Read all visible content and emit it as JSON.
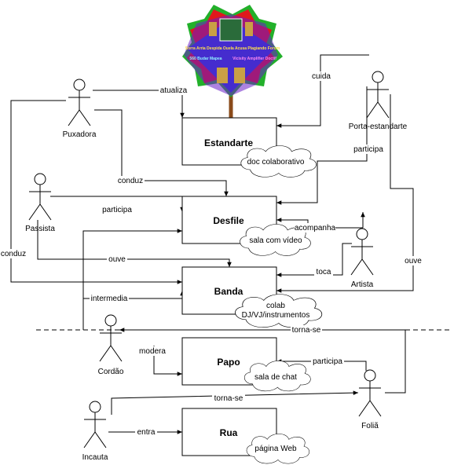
{
  "actors": {
    "puxadora": "Puxadora",
    "porta": "Porta-estandarte",
    "passista": "Passista",
    "artista": "Artista",
    "cordao": "Cordão",
    "folia": "Foliã",
    "incauta": "Incauta"
  },
  "boxes": {
    "estandarte": "Estandarte",
    "desfile": "Desfile",
    "banda": "Banda",
    "papo": "Papo",
    "rua": "Rua"
  },
  "clouds": {
    "estandarte": "doc colaborativo",
    "desfile": "sala com vídeo",
    "banda_line1": "colab",
    "banda_line2": "DJ/VJ/instrumentos",
    "papo": "sala de chat",
    "rua": "página Web"
  },
  "edges": {
    "atualiza": "atualiza",
    "cuida": "cuida",
    "participa_porta": "participa",
    "conduz_puxadora": "conduz",
    "participa_passista": "participa",
    "conduz_left": "conduz",
    "acompanha": "acompanha",
    "ouve_passista": "ouve",
    "ouve_porta": "ouve",
    "toca": "toca",
    "intermedia": "intermedia",
    "torna_se_top": "torna-se",
    "modera": "modera",
    "participa_folia": "participa",
    "torna_se_incauta": "torna-se",
    "entra": "entra"
  },
  "banner": {
    "line1": "Sorra Arria Despida Ouela Acusa Plagiando Forum",
    "line2a": "560 Budar Mapea",
    "line2b": "Vicisity Amplifier Doctif",
    "colors": [
      "#1a3fd6",
      "#e0181c",
      "#22b02a",
      "#6a1ec9",
      "#ffffff",
      "#2a6b3a"
    ]
  }
}
